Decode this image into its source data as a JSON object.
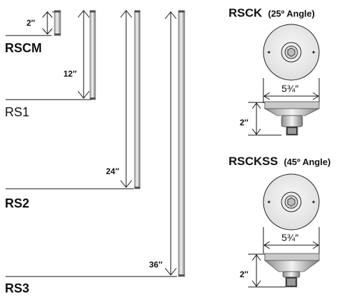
{
  "rods": [
    {
      "name": "RSCM",
      "dimension": "2″"
    },
    {
      "name": "RS1",
      "dimension": "12″"
    },
    {
      "name": "RS2",
      "dimension": "24″"
    },
    {
      "name": "RS3",
      "dimension": "36″"
    }
  ],
  "canopies": [
    {
      "name": "RSCK",
      "angle": "(25º Angle)",
      "width": "5¾″",
      "height": "2″"
    },
    {
      "name": "RSCKSS",
      "angle": "(45º Angle)",
      "width": "5¾″",
      "height": "2″"
    }
  ],
  "colors": {
    "line": "#111111",
    "rod_light": "#f4f4f4",
    "rod_dark": "#8a8a8a",
    "cap": "#555555"
  }
}
